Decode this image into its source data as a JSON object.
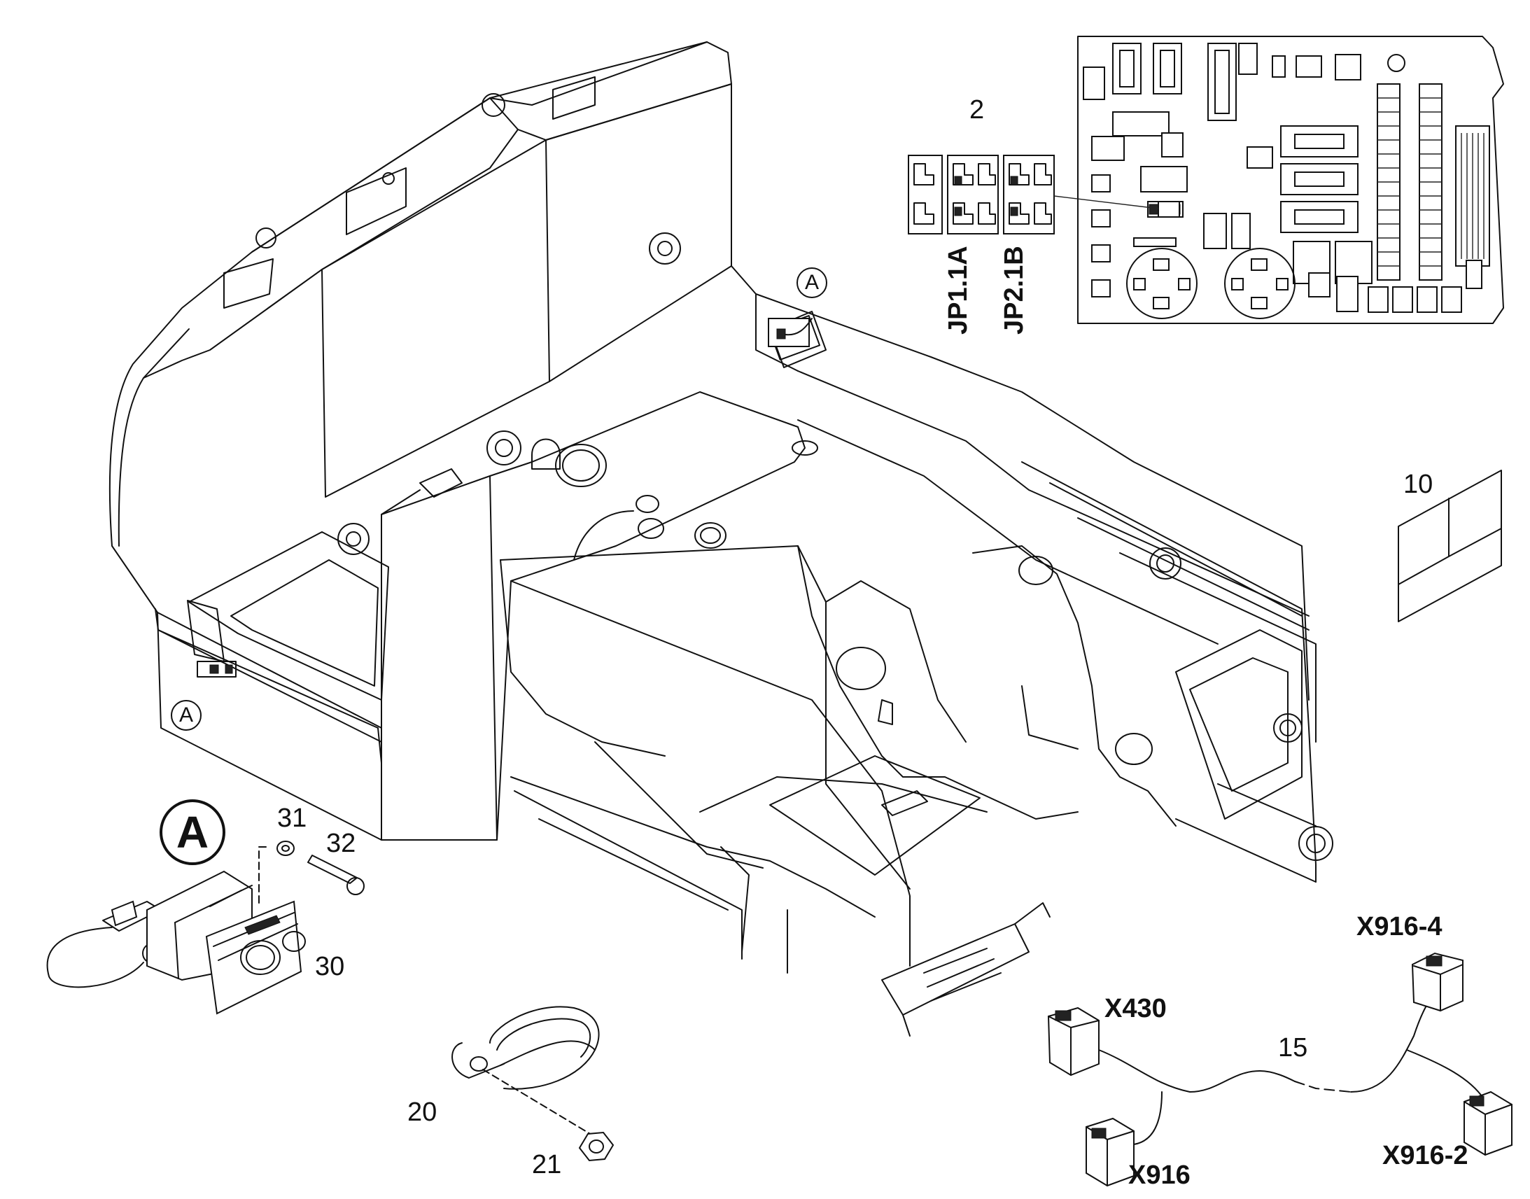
{
  "callouts": {
    "circle_a": "A",
    "item_2": "2",
    "item_10": "10",
    "item_15": "15",
    "item_20": "20",
    "item_21": "21",
    "item_30": "30",
    "item_31": "31",
    "item_32": "32"
  },
  "jumpers": {
    "jp1": "JP1.1A",
    "jp2": "JP2.1B"
  },
  "connectors": {
    "x430": "X430",
    "x916": "X916",
    "x916_2": "X916-2",
    "x916_4": "X916-4"
  }
}
